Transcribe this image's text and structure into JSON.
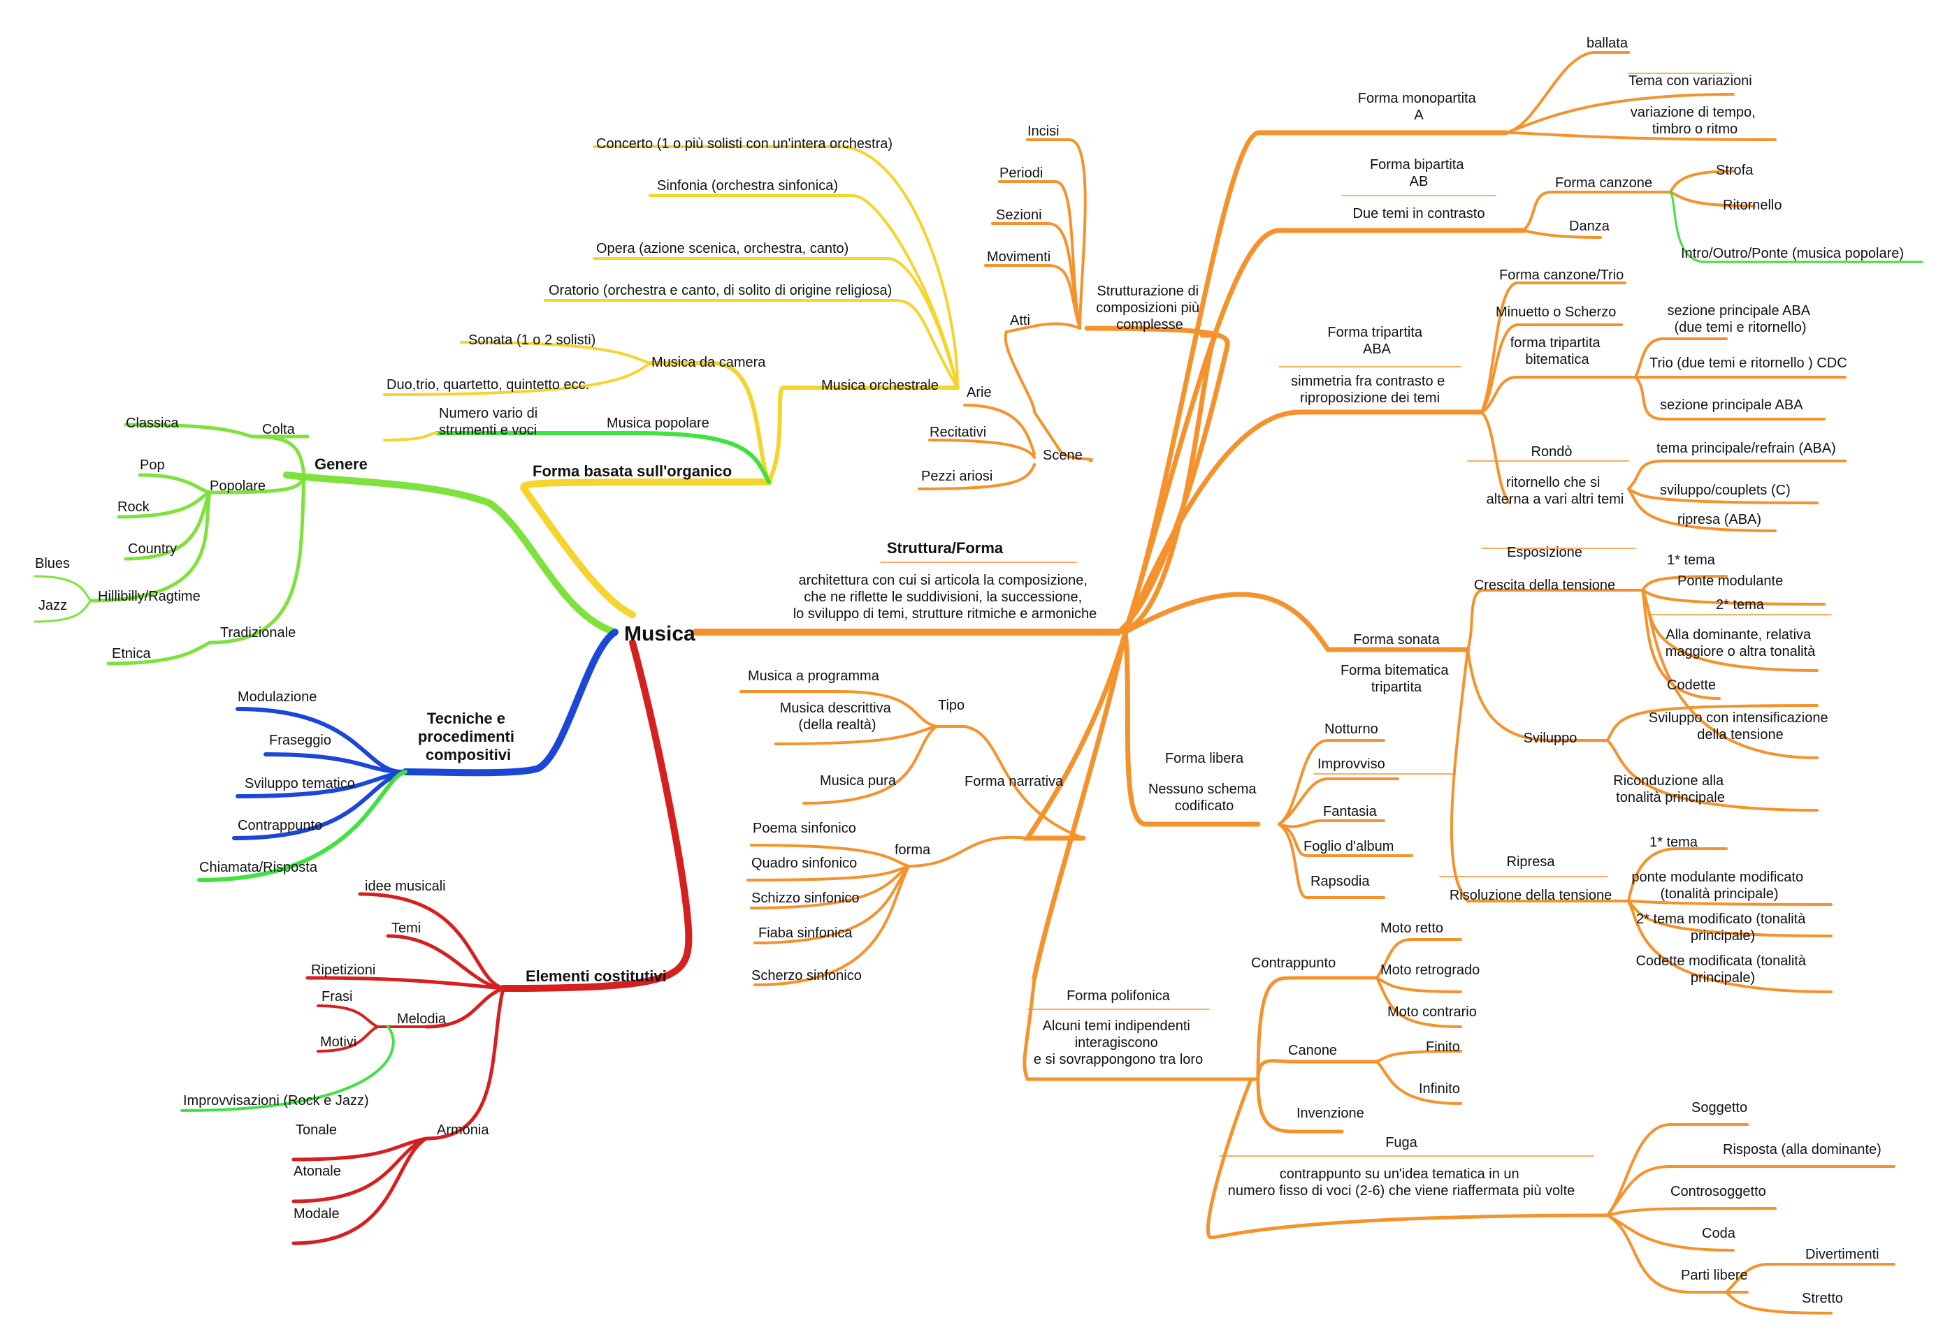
{
  "root": "Musica",
  "colors": {
    "genere": "#7de23c",
    "tecniche": "#1a47d8",
    "elementi": "#d61f1f",
    "organico": "#f5d42e",
    "struttura": "#f5922c",
    "accent_green": "#3fe23f"
  },
  "genere": {
    "title": "Genere",
    "colta": "Colta",
    "classica": "Classica",
    "popolare": "Popolare",
    "pop": "Pop",
    "rock": "Rock",
    "country": "Country",
    "hillbilly": "Hillibilly/Ragtime",
    "blues": "Blues",
    "jazz": "Jazz",
    "tradizionale": "Tradizionale",
    "etnica": "Etnica"
  },
  "tecniche": {
    "title": [
      "Tecniche e",
      "procedimenti",
      "compositivi"
    ],
    "items": [
      "Modulazione",
      "Fraseggio",
      "Sviluppo tematico",
      "Contrappunto",
      "Chiamata/Risposta"
    ]
  },
  "elementi": {
    "title": "Elementi costitutivi",
    "idee": "idee musicali",
    "temi": "Temi",
    "ripetizioni": "Ripetizioni",
    "melodia": "Melodia",
    "frasi": "Frasi",
    "motivi": "Motivi",
    "improv": "Improvvisazioni (Rock e Jazz)",
    "armonia": "Armonia",
    "tonale": "Tonale",
    "atonale": "Atonale",
    "modale": "Modale"
  },
  "organico": {
    "title": "Forma basata sull'organico",
    "orchestrale": "Musica orchestrale",
    "concerto": "Concerto (1 o più solisti con un'intera orchestra)",
    "sinfonia": "Sinfonia (orchestra sinfonica)",
    "opera": "Opera (azione scenica, orchestra, canto)",
    "oratorio": "Oratorio (orchestra e canto, di solito di origine religiosa)",
    "camera": "Musica da camera",
    "sonata": "Sonata (1 o 2 solisti)",
    "duo": "Duo,trio, quartetto, quintetto ecc.",
    "popolare": "Musica popolare",
    "numero": [
      "Numero vario di",
      "strumenti e voci"
    ]
  },
  "struttura": {
    "title": "Struttura/Forma",
    "desc": [
      "architettura con cui si articola la composizione,",
      "che ne riflette le suddivisioni, la successione,",
      "lo sviluppo di temi, strutture ritmiche e armoniche"
    ],
    "complesse": {
      "title": [
        "Strutturazione di",
        "composizioni più",
        "complesse"
      ],
      "incisi": "Incisi",
      "periodi": "Periodi",
      "sezioni": "Sezioni",
      "movimenti": "Movimenti",
      "atti": "Atti",
      "scene": "Scene",
      "arie": "Arie",
      "recitativi": "Recitativi",
      "pezzi": "Pezzi ariosi"
    },
    "mono": {
      "title": [
        "Forma monopartita",
        "A"
      ],
      "ballata": "ballata",
      "tema": "Tema con variazioni",
      "variazione": [
        "variazione di tempo,",
        "timbro o ritmo"
      ]
    },
    "bi": {
      "title": [
        "Forma bipartita",
        "AB"
      ],
      "desc": "Due temi in contrasto",
      "canzone": "Forma canzone",
      "strofa": "Strofa",
      "ritornello": "Ritornello",
      "intro": "Intro/Outro/Ponte (musica popolare)",
      "danza": "Danza"
    },
    "tri": {
      "title": [
        "Forma tripartita",
        "ABA"
      ],
      "desc": [
        "simmetria fra contrasto e",
        "riproposizione dei temi"
      ],
      "canzoneTrio": "Forma canzone/Trio",
      "minuetto": "Minuetto o Scherzo",
      "bitematica": [
        "forma tripartita",
        "bitematica"
      ],
      "sez1": [
        "sezione principale ABA",
        "(due temi e ritornello)"
      ],
      "trio": "Trio (due temi e ritornello ) CDC",
      "sez2": "sezione principale ABA",
      "rondo": "Rondò",
      "rondoDesc": [
        "ritornello che si",
        "alterna a vari altri temi"
      ],
      "tema": "tema principale/refrain (ABA)",
      "sviluppo": "sviluppo/couplets (C)",
      "ripresa": "ripresa (ABA)"
    },
    "sonata": {
      "title": "Forma sonata",
      "sub": [
        "Forma bitematica",
        "tripartita"
      ],
      "esposizione": "Esposizione",
      "crescita": "Crescita della tensione",
      "tema1": "1* tema",
      "ponte": "Ponte modulante",
      "tema2": "2* tema",
      "dominante": [
        "Alla dominante, relativa",
        "maggiore o altra tonalità"
      ],
      "codette": "Codette",
      "sviluppo": "Sviluppo",
      "svInt": [
        "Sviluppo con intensificazione",
        "della tensione"
      ],
      "ricond": [
        "Riconduzione alla",
        "tonalità principale"
      ],
      "ripresa": "Ripresa",
      "risoluzione": "Risoluzione della tensione",
      "r1": "1* tema",
      "r2": [
        "ponte modulante modificato",
        "(tonalità principale)"
      ],
      "r3": [
        "2* tema modificato (tonalità",
        "principale)"
      ],
      "r4": [
        "Codette modificata (tonalità",
        "principale)"
      ]
    },
    "libera": {
      "title": "Forma libera",
      "desc": [
        "Nessuno schema",
        "codificato"
      ],
      "items": [
        "Notturno",
        "Improvviso",
        "Fantasia",
        "Foglio d'album",
        "Rapsodia"
      ]
    },
    "narrativa": {
      "title": "Forma narrativa",
      "tipo": "Tipo",
      "programma": "Musica a programma",
      "descrittiva": [
        "Musica descrittiva",
        "(della realtà)"
      ],
      "pura": "Musica pura",
      "forma": "forma",
      "items": [
        "Poema sinfonico",
        "Quadro sinfonico",
        "Schizzo sinfonico",
        "Fiaba sinfonica",
        "Scherzo sinfonico"
      ]
    },
    "polifonica": {
      "title": "Forma polifonica",
      "desc": [
        "Alcuni temi indipendenti",
        "interagiscono",
        "e si sovrappongono tra loro"
      ],
      "contrappunto": "Contrappunto",
      "retto": "Moto retto",
      "retrogrado": "Moto retrogrado",
      "contrario": "Moto contrario",
      "canone": "Canone",
      "finito": "Finito",
      "infinito": "Infinito",
      "invenzione": "Invenzione",
      "fuga": "Fuga",
      "fugaDesc": [
        "contrappunto su un'idea tematica in un",
        "numero fisso di voci (2-6) che viene riaffermata più volte"
      ],
      "soggetto": "Soggetto",
      "risposta": "Risposta (alla dominante)",
      "controsoggetto": "Controsoggetto",
      "coda": "Coda",
      "parti": "Parti libere",
      "divertimenti": "Divertimenti",
      "stretto": "Stretto"
    }
  }
}
